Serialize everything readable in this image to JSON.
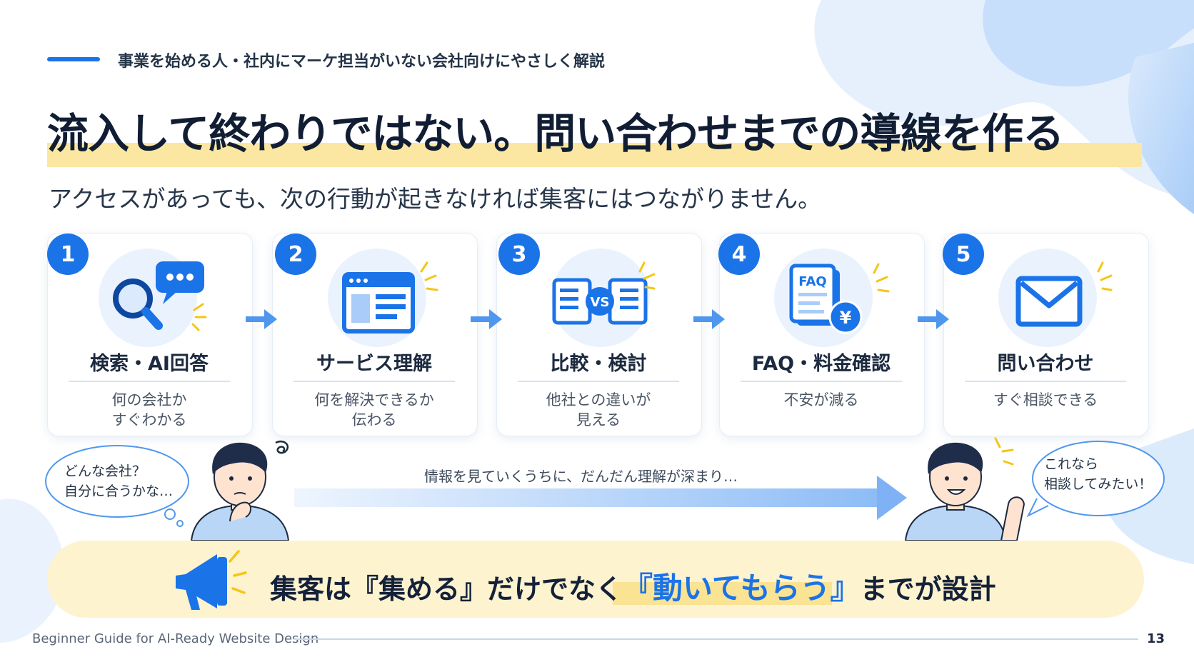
{
  "header": {
    "kicker": "事業を始める人・社内にマーケ担当がいない会社向けにやさしく解説",
    "title": "流入して終わりではない。問い合わせまでの導線を作る",
    "subtitle": "アクセスがあっても、次の行動が起きなければ集客にはつながりません。"
  },
  "steps": [
    {
      "number": "1",
      "label": "検索・AI回答",
      "desc": [
        "何の会社か",
        "すぐわかる"
      ],
      "icon": "search-chat-icon"
    },
    {
      "number": "2",
      "label": "サービス理解",
      "desc": [
        "何を解決できるか",
        "伝わる"
      ],
      "icon": "browser-window-icon"
    },
    {
      "number": "3",
      "label": "比較・検討",
      "desc": [
        "他社との違いが",
        "見える"
      ],
      "icon": "comparison-vs-icon"
    },
    {
      "number": "4",
      "label": "FAQ・料金確認",
      "desc": [
        "不安が減る"
      ],
      "icon": "faq-price-icon"
    },
    {
      "number": "5",
      "label": "問い合わせ",
      "desc": [
        "すぐ相談できる"
      ],
      "icon": "envelope-icon"
    }
  ],
  "journey": {
    "left_bubble": [
      "どんな会社？",
      "自分に合うかな…"
    ],
    "flow_text": "情報を見ていくうちに、だんだん理解が深まり…",
    "right_bubble": [
      "これなら",
      "相談してみたい！"
    ]
  },
  "banner": {
    "part1": "集客は『集める』だけでなく",
    "highlight": "『動いてもらう』",
    "part2": "までが設計"
  },
  "footer": {
    "text": "Beginner Guide for AI-Ready Website Design",
    "page": "13"
  },
  "colors": {
    "accent": "#1b73e8",
    "highlight": "#fbe394",
    "banner_bg": "#fdf3cf",
    "text_dark": "#111d33"
  }
}
